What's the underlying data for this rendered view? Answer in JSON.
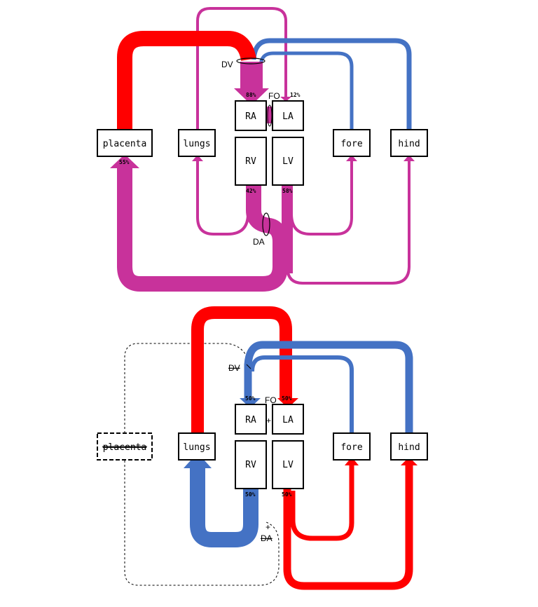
{
  "colors": {
    "oxygenated": "#ff0000",
    "deoxygenated": "#4472c4",
    "mixed": "#c8329b"
  },
  "fetal": {
    "boxes": {
      "placenta": "placenta",
      "lungs": "lungs",
      "ra": "RA",
      "la": "LA",
      "rv": "RV",
      "lv": "LV",
      "fore": "fore",
      "hind": "hind"
    },
    "labels": {
      "dv": "DV",
      "fo": "FO",
      "da": "DA"
    },
    "percents": {
      "ra_in": "88%",
      "la_in": "12%",
      "placenta_in": "55%",
      "rv_out": "42%",
      "lv_out": "58%"
    }
  },
  "adult": {
    "boxes": {
      "placenta": "placenta",
      "lungs": "lungs",
      "ra": "RA",
      "la": "LA",
      "rv": "RV",
      "lv": "LV",
      "fore": "fore",
      "hind": "hind"
    },
    "labels": {
      "dv": "DV",
      "fo": "FO",
      "da": "DA"
    },
    "percents": {
      "ra_in": "50%",
      "la_in": "50%",
      "rv_out": "50%",
      "lv_out": "50%"
    }
  }
}
